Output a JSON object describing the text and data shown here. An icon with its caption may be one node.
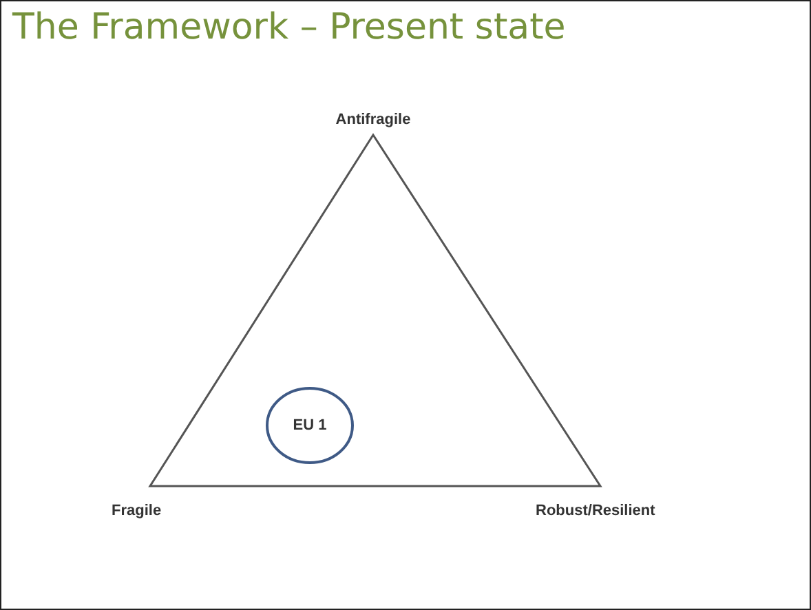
{
  "diagram": {
    "title": "The Framework – Present state",
    "nodes": [
      {
        "text": [
          "EU 1"
        ]
      }
    ],
    "labels": [
      "Antifragile",
      "Fragile",
      "Robust/Resilient"
    ]
  }
}
